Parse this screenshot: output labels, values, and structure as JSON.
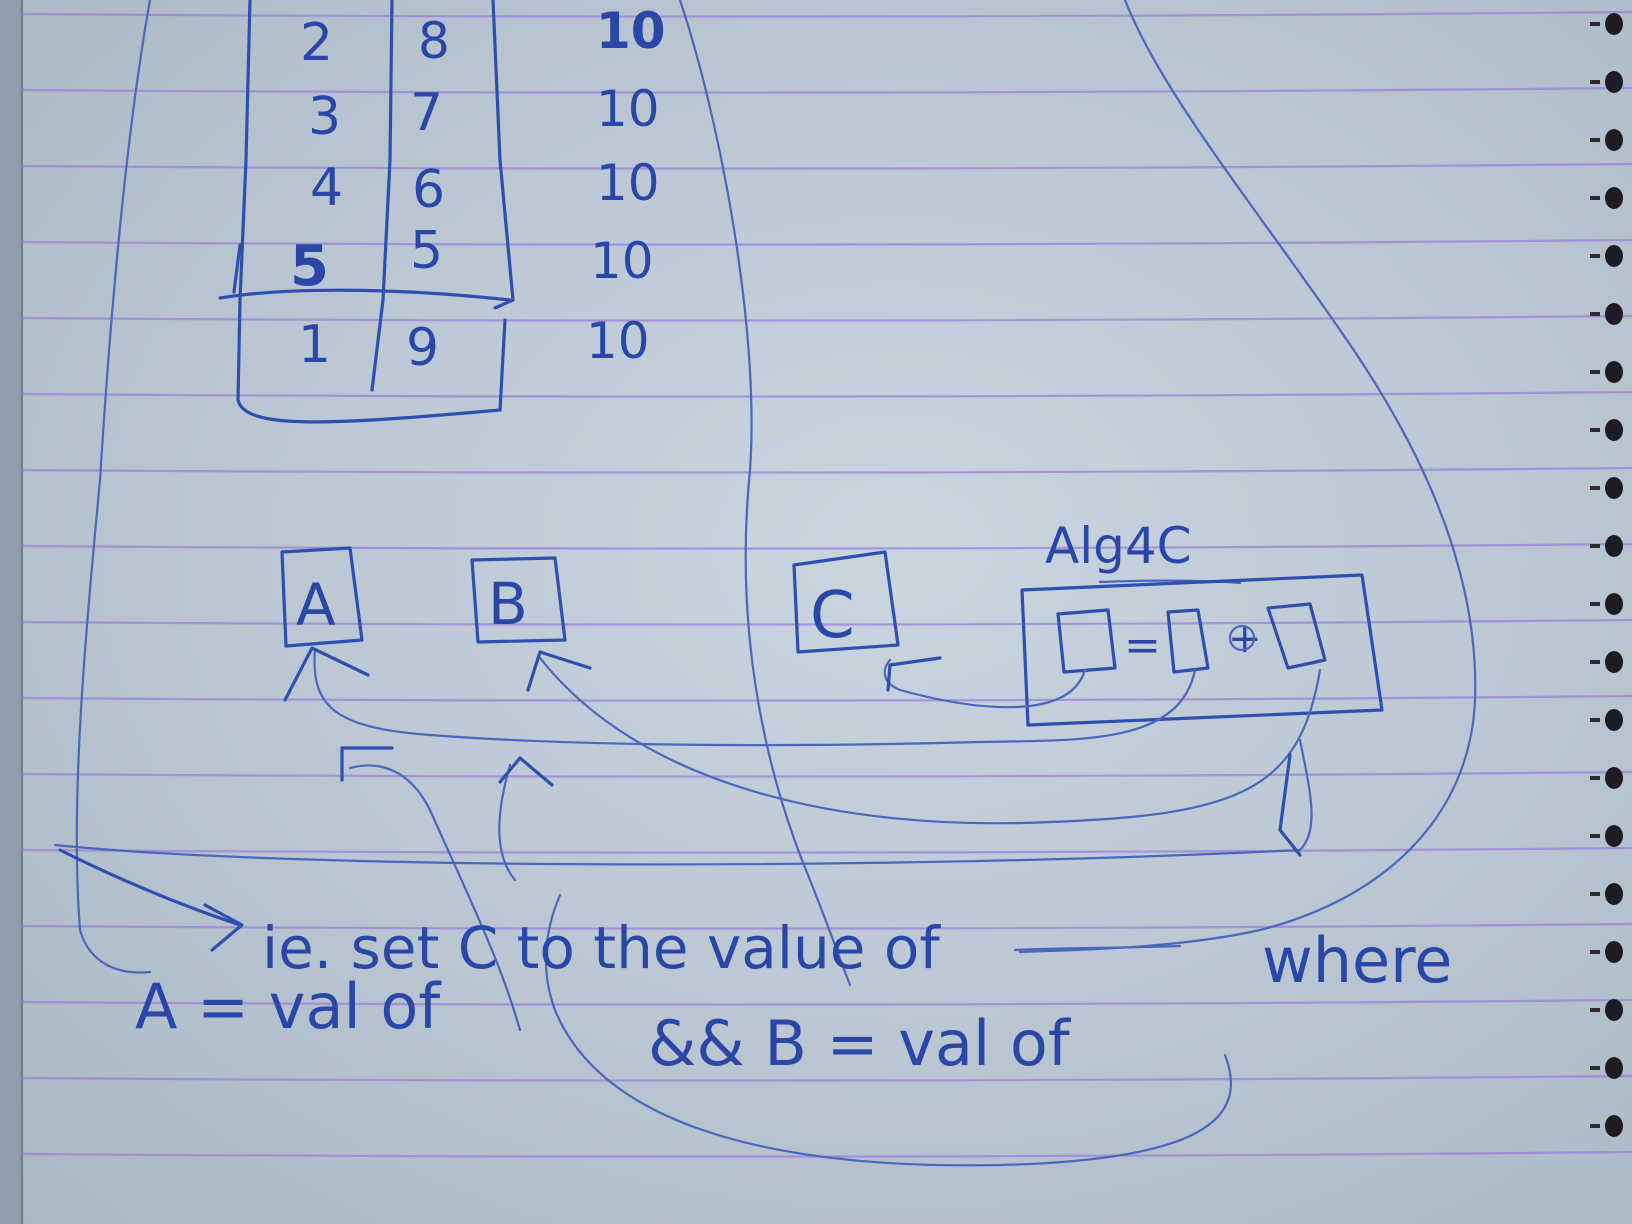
{
  "table": {
    "rows": [
      {
        "a": "2",
        "b": "8",
        "sum": "10"
      },
      {
        "a": "3",
        "b": "7",
        "sum": "10"
      },
      {
        "a": "4",
        "b": "6",
        "sum": "10"
      },
      {
        "a": "5",
        "b": "5",
        "sum": "10"
      },
      {
        "a": "1",
        "b": "9",
        "sum": "10"
      }
    ]
  },
  "diagram": {
    "box_a": "A",
    "box_b": "B",
    "box_c": "C",
    "cell_label": "Alg4C",
    "equals": "=",
    "plus": "+"
  },
  "notes": {
    "line1": "ie. set C to the value of",
    "where": "where",
    "line2_left": "A = val of",
    "line2_right": "&& B = val of"
  },
  "colors": {
    "paper": "#c2cfda",
    "rule_line": "#9a7fd8",
    "ink": "#2f4fb0"
  }
}
